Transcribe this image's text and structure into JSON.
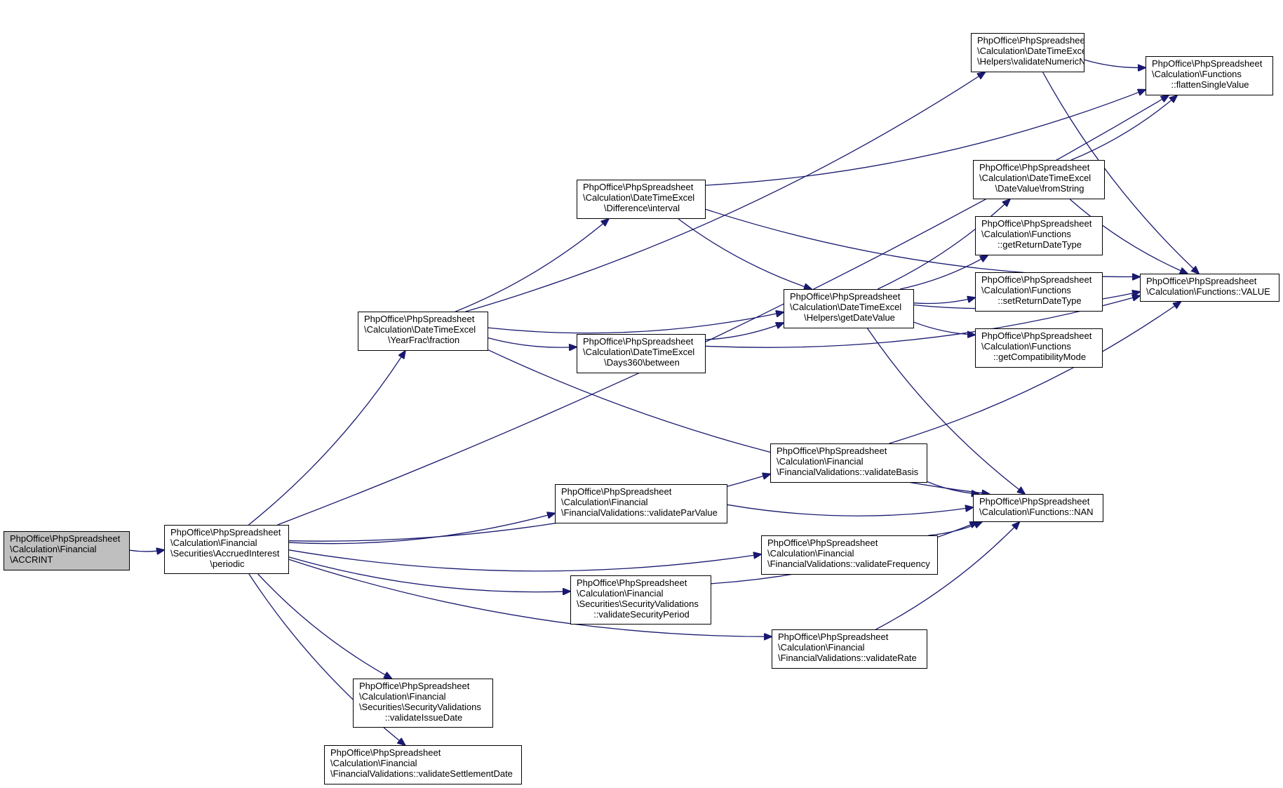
{
  "colors": {
    "edge": "#191970",
    "root_fill": "#bfbfbf",
    "node_fill": "#ffffff",
    "border": "#000000"
  },
  "nodes": [
    {
      "id": "accrint",
      "lines": [
        "PhpOffice\\PhpSpreadsheet",
        "\\Calculation\\Financial",
        "\\ACCRINT"
      ]
    },
    {
      "id": "periodic",
      "lines": [
        "PhpOffice\\PhpSpreadsheet",
        "\\Calculation\\Financial",
        "\\Securities\\AccruedInterest",
        "\\periodic"
      ]
    },
    {
      "id": "yearfrac",
      "lines": [
        "PhpOffice\\PhpSpreadsheet",
        "\\Calculation\\DateTimeExcel",
        "\\YearFrac\\fraction"
      ]
    },
    {
      "id": "interval",
      "lines": [
        "PhpOffice\\PhpSpreadsheet",
        "\\Calculation\\DateTimeExcel",
        "\\Difference\\interval"
      ]
    },
    {
      "id": "days360",
      "lines": [
        "PhpOffice\\PhpSpreadsheet",
        "\\Calculation\\DateTimeExcel",
        "\\Days360\\between"
      ]
    },
    {
      "id": "getdatevalue",
      "lines": [
        "PhpOffice\\PhpSpreadsheet",
        "\\Calculation\\DateTimeExcel",
        "\\Helpers\\getDateValue"
      ]
    },
    {
      "id": "validatenumericnull",
      "lines": [
        "PhpOffice\\PhpSpreadsheet",
        "\\Calculation\\DateTimeExcel",
        "\\Helpers\\validateNumericNull"
      ]
    },
    {
      "id": "fromstring",
      "lines": [
        "PhpOffice\\PhpSpreadsheet",
        "\\Calculation\\DateTimeExcel",
        "\\DateValue\\fromString"
      ]
    },
    {
      "id": "getreturndatetype",
      "lines": [
        "PhpOffice\\PhpSpreadsheet",
        "\\Calculation\\Functions",
        "::getReturnDateType"
      ]
    },
    {
      "id": "setreturndatetype",
      "lines": [
        "PhpOffice\\PhpSpreadsheet",
        "\\Calculation\\Functions",
        "::setReturnDateType"
      ]
    },
    {
      "id": "getcompat",
      "lines": [
        "PhpOffice\\PhpSpreadsheet",
        "\\Calculation\\Functions",
        "::getCompatibilityMode"
      ]
    },
    {
      "id": "flatten",
      "lines": [
        "PhpOffice\\PhpSpreadsheet",
        "\\Calculation\\Functions",
        "::flattenSingleValue"
      ]
    },
    {
      "id": "value",
      "lines": [
        "PhpOffice\\PhpSpreadsheet",
        "\\Calculation\\Functions::VALUE"
      ]
    },
    {
      "id": "nan",
      "lines": [
        "PhpOffice\\PhpSpreadsheet",
        "\\Calculation\\Functions::NAN"
      ]
    },
    {
      "id": "validatebasis",
      "lines": [
        "PhpOffice\\PhpSpreadsheet",
        "\\Calculation\\Financial",
        "\\FinancialValidations::validateBasis"
      ]
    },
    {
      "id": "validateparvalue",
      "lines": [
        "PhpOffice\\PhpSpreadsheet",
        "\\Calculation\\Financial",
        "\\FinancialValidations::validateParValue"
      ]
    },
    {
      "id": "validatefrequency",
      "lines": [
        "PhpOffice\\PhpSpreadsheet",
        "\\Calculation\\Financial",
        "\\FinancialValidations::validateFrequency"
      ]
    },
    {
      "id": "validatesecurityperiod",
      "lines": [
        "PhpOffice\\PhpSpreadsheet",
        "\\Calculation\\Financial",
        "\\Securities\\SecurityValidations",
        "::validateSecurityPeriod"
      ]
    },
    {
      "id": "validaterate",
      "lines": [
        "PhpOffice\\PhpSpreadsheet",
        "\\Calculation\\Financial",
        "\\FinancialValidations::validateRate"
      ]
    },
    {
      "id": "validateissuedate",
      "lines": [
        "PhpOffice\\PhpSpreadsheet",
        "\\Calculation\\Financial",
        "\\Securities\\SecurityValidations",
        "::validateIssueDate"
      ]
    },
    {
      "id": "validatesettlementdate",
      "lines": [
        "PhpOffice\\PhpSpreadsheet",
        "\\Calculation\\Financial",
        "\\FinancialValidations::validateSettlementDate"
      ]
    }
  ],
  "edges": [
    [
      "accrint",
      "periodic"
    ],
    [
      "periodic",
      "flatten"
    ],
    [
      "periodic",
      "yearfrac"
    ],
    [
      "periodic",
      "validatebasis"
    ],
    [
      "periodic",
      "validateparvalue"
    ],
    [
      "periodic",
      "validatefrequency"
    ],
    [
      "periodic",
      "validatesecurityperiod"
    ],
    [
      "periodic",
      "validaterate"
    ],
    [
      "periodic",
      "validateissuedate"
    ],
    [
      "periodic",
      "validatesettlementdate"
    ],
    [
      "yearfrac",
      "validatenumericnull"
    ],
    [
      "yearfrac",
      "interval"
    ],
    [
      "yearfrac",
      "getdatevalue"
    ],
    [
      "yearfrac",
      "days360"
    ],
    [
      "yearfrac",
      "nan"
    ],
    [
      "interval",
      "flatten"
    ],
    [
      "interval",
      "value"
    ],
    [
      "interval",
      "getdatevalue"
    ],
    [
      "days360",
      "getdatevalue"
    ],
    [
      "days360",
      "value"
    ],
    [
      "getdatevalue",
      "fromstring"
    ],
    [
      "getdatevalue",
      "getreturndatetype"
    ],
    [
      "getdatevalue",
      "setreturndatetype"
    ],
    [
      "getdatevalue",
      "getcompat"
    ],
    [
      "getdatevalue",
      "value"
    ],
    [
      "getdatevalue",
      "nan"
    ],
    [
      "validatenumericnull",
      "flatten"
    ],
    [
      "validatenumericnull",
      "value"
    ],
    [
      "fromstring",
      "flatten"
    ],
    [
      "fromstring",
      "value"
    ],
    [
      "validatebasis",
      "value"
    ],
    [
      "validatebasis",
      "nan"
    ],
    [
      "validateparvalue",
      "nan"
    ],
    [
      "validatefrequency",
      "nan"
    ],
    [
      "validatesecurityperiod",
      "nan"
    ],
    [
      "validaterate",
      "nan"
    ]
  ]
}
